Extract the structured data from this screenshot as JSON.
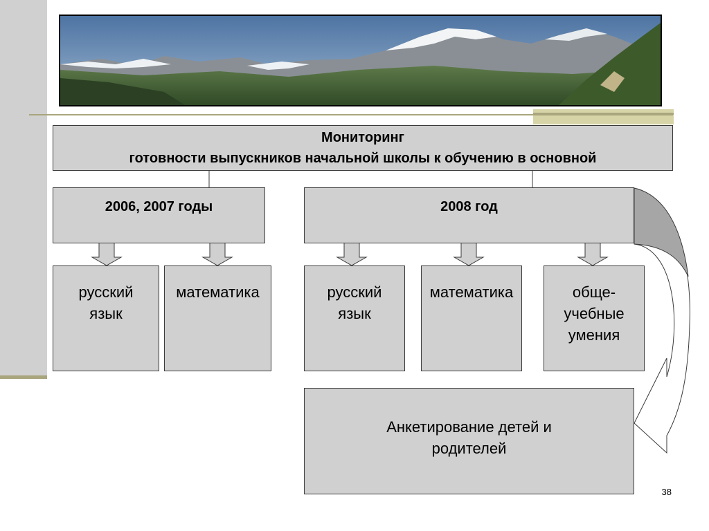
{
  "header": {
    "line1": "Мониторинг",
    "line2": "готовности выпускников начальной школы к обучению в основной"
  },
  "groups": [
    {
      "year_label": "2006, 2007 годы",
      "subjects": [
        {
          "label": "русский язык"
        },
        {
          "label": "математика"
        }
      ]
    },
    {
      "year_label": "2008 год",
      "subjects": [
        {
          "label": "русский язык"
        },
        {
          "label": "математика"
        },
        {
          "label": "обще-учебные умения"
        }
      ]
    }
  ],
  "survey": {
    "label": "Анкетирование детей и родителей"
  },
  "page_number": "38",
  "colors": {
    "box_fill": "#d0d0d0",
    "accent_olive": "#a9a57c",
    "arrow_fill": "#d0d0d0",
    "curved_arrow_shade": "#a6a6a6"
  },
  "icons": {
    "banner": "mountain-landscape-image",
    "down_arrows": "block-arrow-down-icon",
    "curved_arrow": "curved-arrow-icon"
  }
}
